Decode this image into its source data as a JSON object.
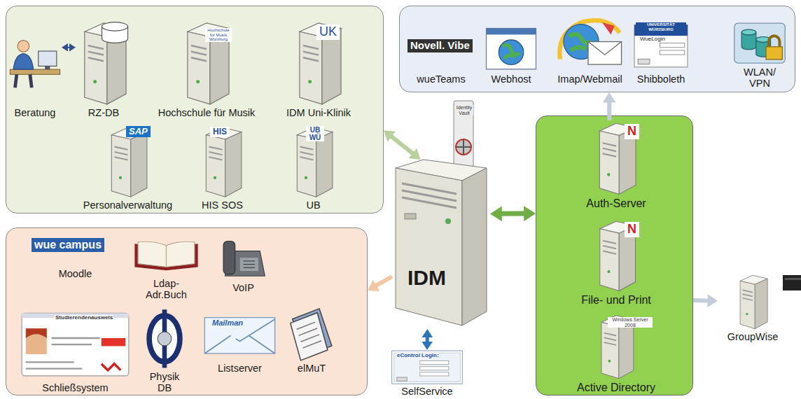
{
  "diagram": {
    "nodes": [
      {
        "text": []
      },
      {
        "text": [
          "Beratung"
        ],
        "in": 0
      },
      {
        "text": [
          "RZ-DB"
        ],
        "in": 0
      },
      {
        "text": [
          "Hochschule für Musik"
        ],
        "in": 0
      },
      {
        "text": [
          "IDM Uni-Klinik"
        ],
        "in": 0
      },
      {
        "text": [
          "Personalverwaltung"
        ],
        "in": 0
      },
      {
        "text": [
          "HIS SOS"
        ],
        "in": 0
      },
      {
        "text": [
          "UB"
        ],
        "in": 0
      },
      {
        "text": []
      },
      {
        "text": [
          "wueTeams"
        ],
        "in": 8
      },
      {
        "text": [
          "Webhost"
        ],
        "in": 8
      },
      {
        "text": [
          "Imap/Webmail"
        ],
        "in": 8
      },
      {
        "text": [
          "Shibboleth"
        ],
        "in": 8
      },
      {
        "text": [
          "WLAN/ VPN"
        ],
        "in": 8
      },
      {
        "text": [
          "IDM"
        ]
      },
      {
        "text": []
      },
      {
        "text": [
          "Moodle"
        ],
        "in": 15
      },
      {
        "text": [
          "Ldap- Adr.Buch"
        ],
        "in": 15
      },
      {
        "text": [
          "VoIP"
        ],
        "in": 15
      },
      {
        "text": [
          "Schließsystem"
        ],
        "in": 15
      },
      {
        "text": [
          "Physik DB"
        ],
        "in": 15
      },
      {
        "text": [
          "Listserver"
        ],
        "in": 15
      },
      {
        "text": [
          "elMuT"
        ],
        "in": 15
      },
      {
        "text": [
          "SelfService"
        ]
      },
      {
        "text": []
      },
      {
        "text": [
          "Auth-Server"
        ],
        "in": 24
      },
      {
        "text": [
          "File- und Print"
        ],
        "in": 24
      },
      {
        "text": [
          "Active Directory"
        ],
        "in": 24
      },
      {
        "text": [
          "GroupWise"
        ]
      }
    ],
    "edges": [
      {
        "from": 1,
        "to": 2,
        "arrow": "both"
      },
      {
        "from": 14,
        "to": 0,
        "arrow": "both"
      },
      {
        "from": 14,
        "to": 15,
        "arrow": "to"
      },
      {
        "from": 14,
        "to": 23,
        "arrow": "both"
      },
      {
        "from": 14,
        "to": 24,
        "arrow": "both"
      },
      {
        "from": 25,
        "to": 8,
        "arrow": "to"
      },
      {
        "from": 24,
        "to": 28,
        "arrow": "to"
      }
    ],
    "labels": [
      "Novell. Vibe",
      "SAP",
      "HIS",
      "UB WÜ",
      "UK",
      "wue campus",
      "eControl Login:",
      "Windows Server 2008",
      "Mailman",
      "Studierendenausweis",
      "WueLogin",
      "N",
      "N",
      "Identity Vault",
      "UNIVERSITÄT WÜRZBURG",
      "Hochschule für Musik Würzburg"
    ]
  }
}
